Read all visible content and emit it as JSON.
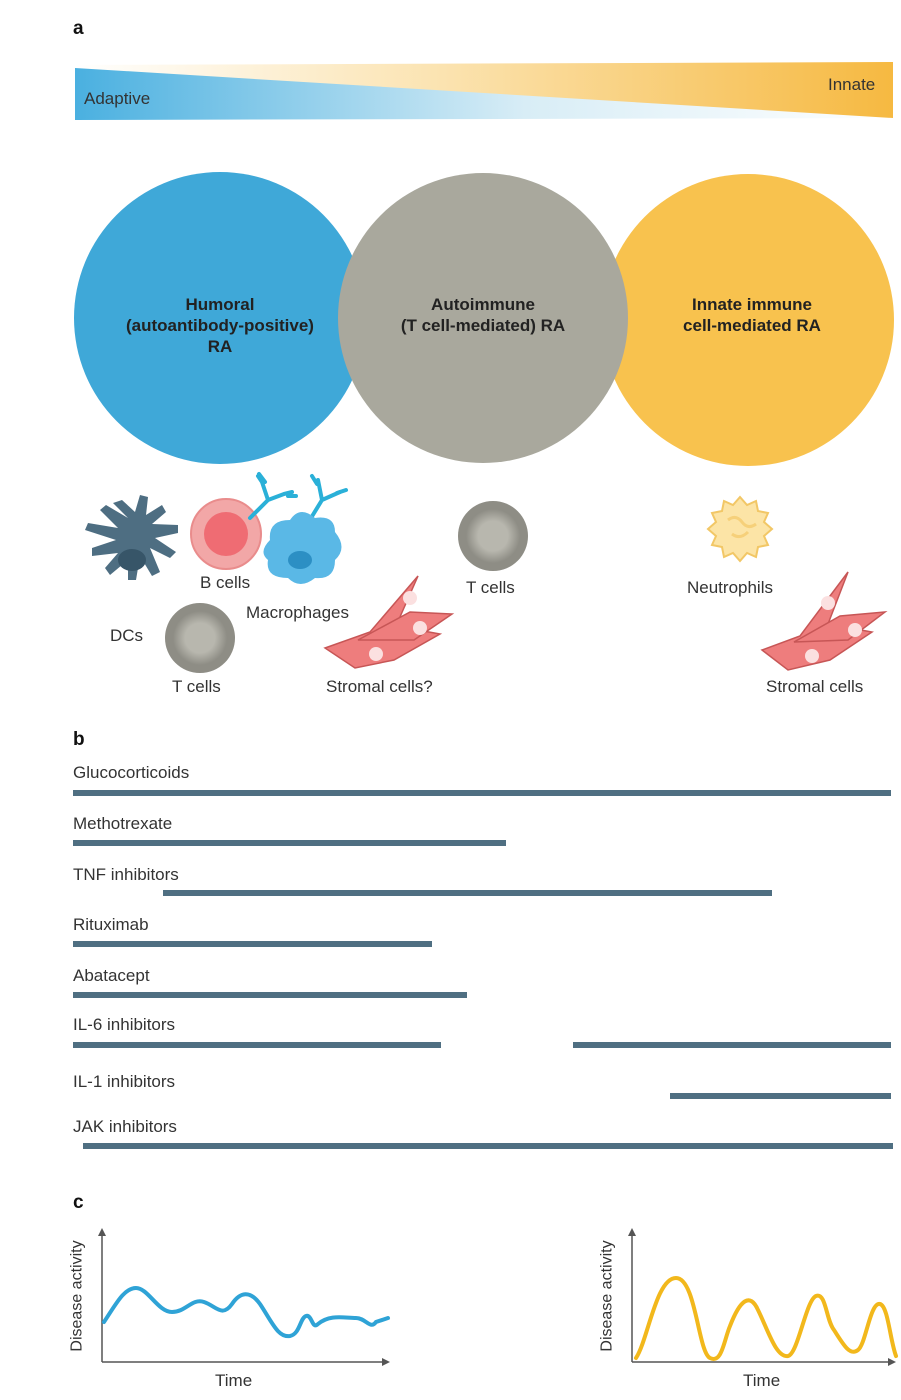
{
  "panels": {
    "a": "a",
    "b": "b",
    "c": "c"
  },
  "gradient": {
    "left_label": "Adaptive",
    "right_label": "Innate"
  },
  "circles": [
    {
      "line1": "Humoral",
      "line2": "(autoantibody-positive)",
      "line3": "RA",
      "color": "#3fa8d8"
    },
    {
      "line1": "Autoimmune",
      "line2": "(T cell-mediated) RA",
      "line3": "",
      "color": "#a9a89d"
    },
    {
      "line1": "Innate immune",
      "line2": "cell-mediated RA",
      "line3": "",
      "color": "#f8c24e"
    }
  ],
  "cells": {
    "b_cells": "B cells",
    "dcs": "DCs",
    "macrophages": "Macrophages",
    "t_cells_left": "T cells",
    "stromal_q": "Stromal cells?",
    "t_cells_mid": "T cells",
    "neutrophils": "Neutrophils",
    "stromal_right": "Stromal cells"
  },
  "drugs": [
    {
      "name": "Glucocorticoids"
    },
    {
      "name": "Methotrexate"
    },
    {
      "name": "TNF inhibitors"
    },
    {
      "name": "Rituximab"
    },
    {
      "name": "Abatacept"
    },
    {
      "name": "IL-6 inhibitors"
    },
    {
      "name": "IL-1 inhibitors"
    },
    {
      "name": "JAK inhibitors"
    }
  ],
  "graphs": {
    "left": {
      "ylabel": "Disease activity",
      "xlabel": "Time",
      "color": "#2fa3d6"
    },
    "right": {
      "ylabel": "Disease activity",
      "xlabel": "Time",
      "color": "#f2b81c"
    }
  }
}
